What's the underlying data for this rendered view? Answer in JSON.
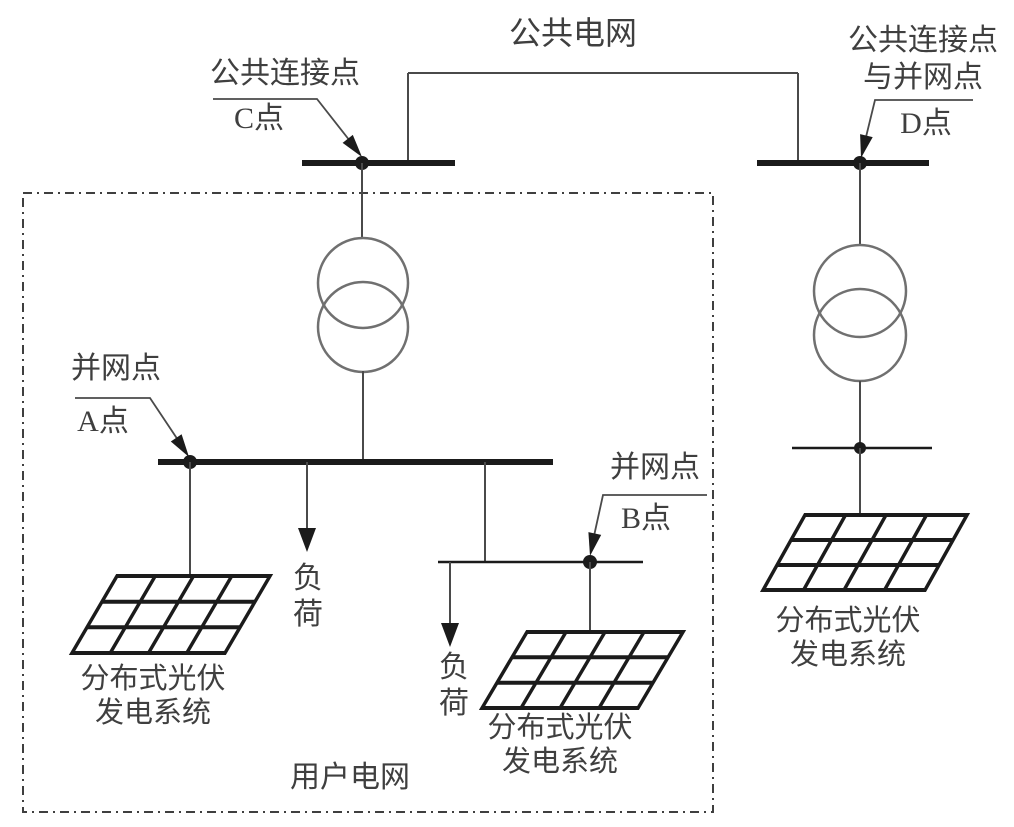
{
  "colors": {
    "background": "#ffffff",
    "line_dark": "#1b1b1b",
    "line_gray": "#4a4a4a",
    "transformer_stroke": "#707070",
    "boundary": "#3f3f3f",
    "text": "#3f3f3f"
  },
  "public_grid": {
    "title": "公共电网"
  },
  "connection_points": {
    "c": {
      "line1": "公共连接点",
      "line2": "C点"
    },
    "d": {
      "line1": "公共连接点",
      "line2": "与并网点",
      "line3": "D点"
    },
    "a": {
      "line1": "并网点",
      "line2": "A点"
    },
    "b": {
      "line1": "并网点",
      "line2": "B点"
    }
  },
  "load_label": "负荷",
  "pv_system": {
    "line1": "分布式光伏",
    "line2": "发电系统"
  },
  "user_grid_label": "用户电网"
}
